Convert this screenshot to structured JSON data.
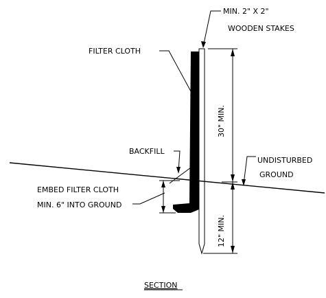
{
  "labels": {
    "stake_line1": "MIN. 2\" X 2\"",
    "stake_line2": "WOODEN STAKES",
    "filter_cloth": "FILTER CLOTH",
    "thirty_min": "30\" MIN.",
    "backfill": "BACKFILL",
    "undisturbed_line1": "UNDISTURBED",
    "undisturbed_line2": "GROUND",
    "embed_line1": "EMBED FILTER CLOTH",
    "embed_line2": "MIN. 6\" INTO GROUND",
    "twelve_min": "12\" MIN.",
    "section_title": "SECTION"
  }
}
